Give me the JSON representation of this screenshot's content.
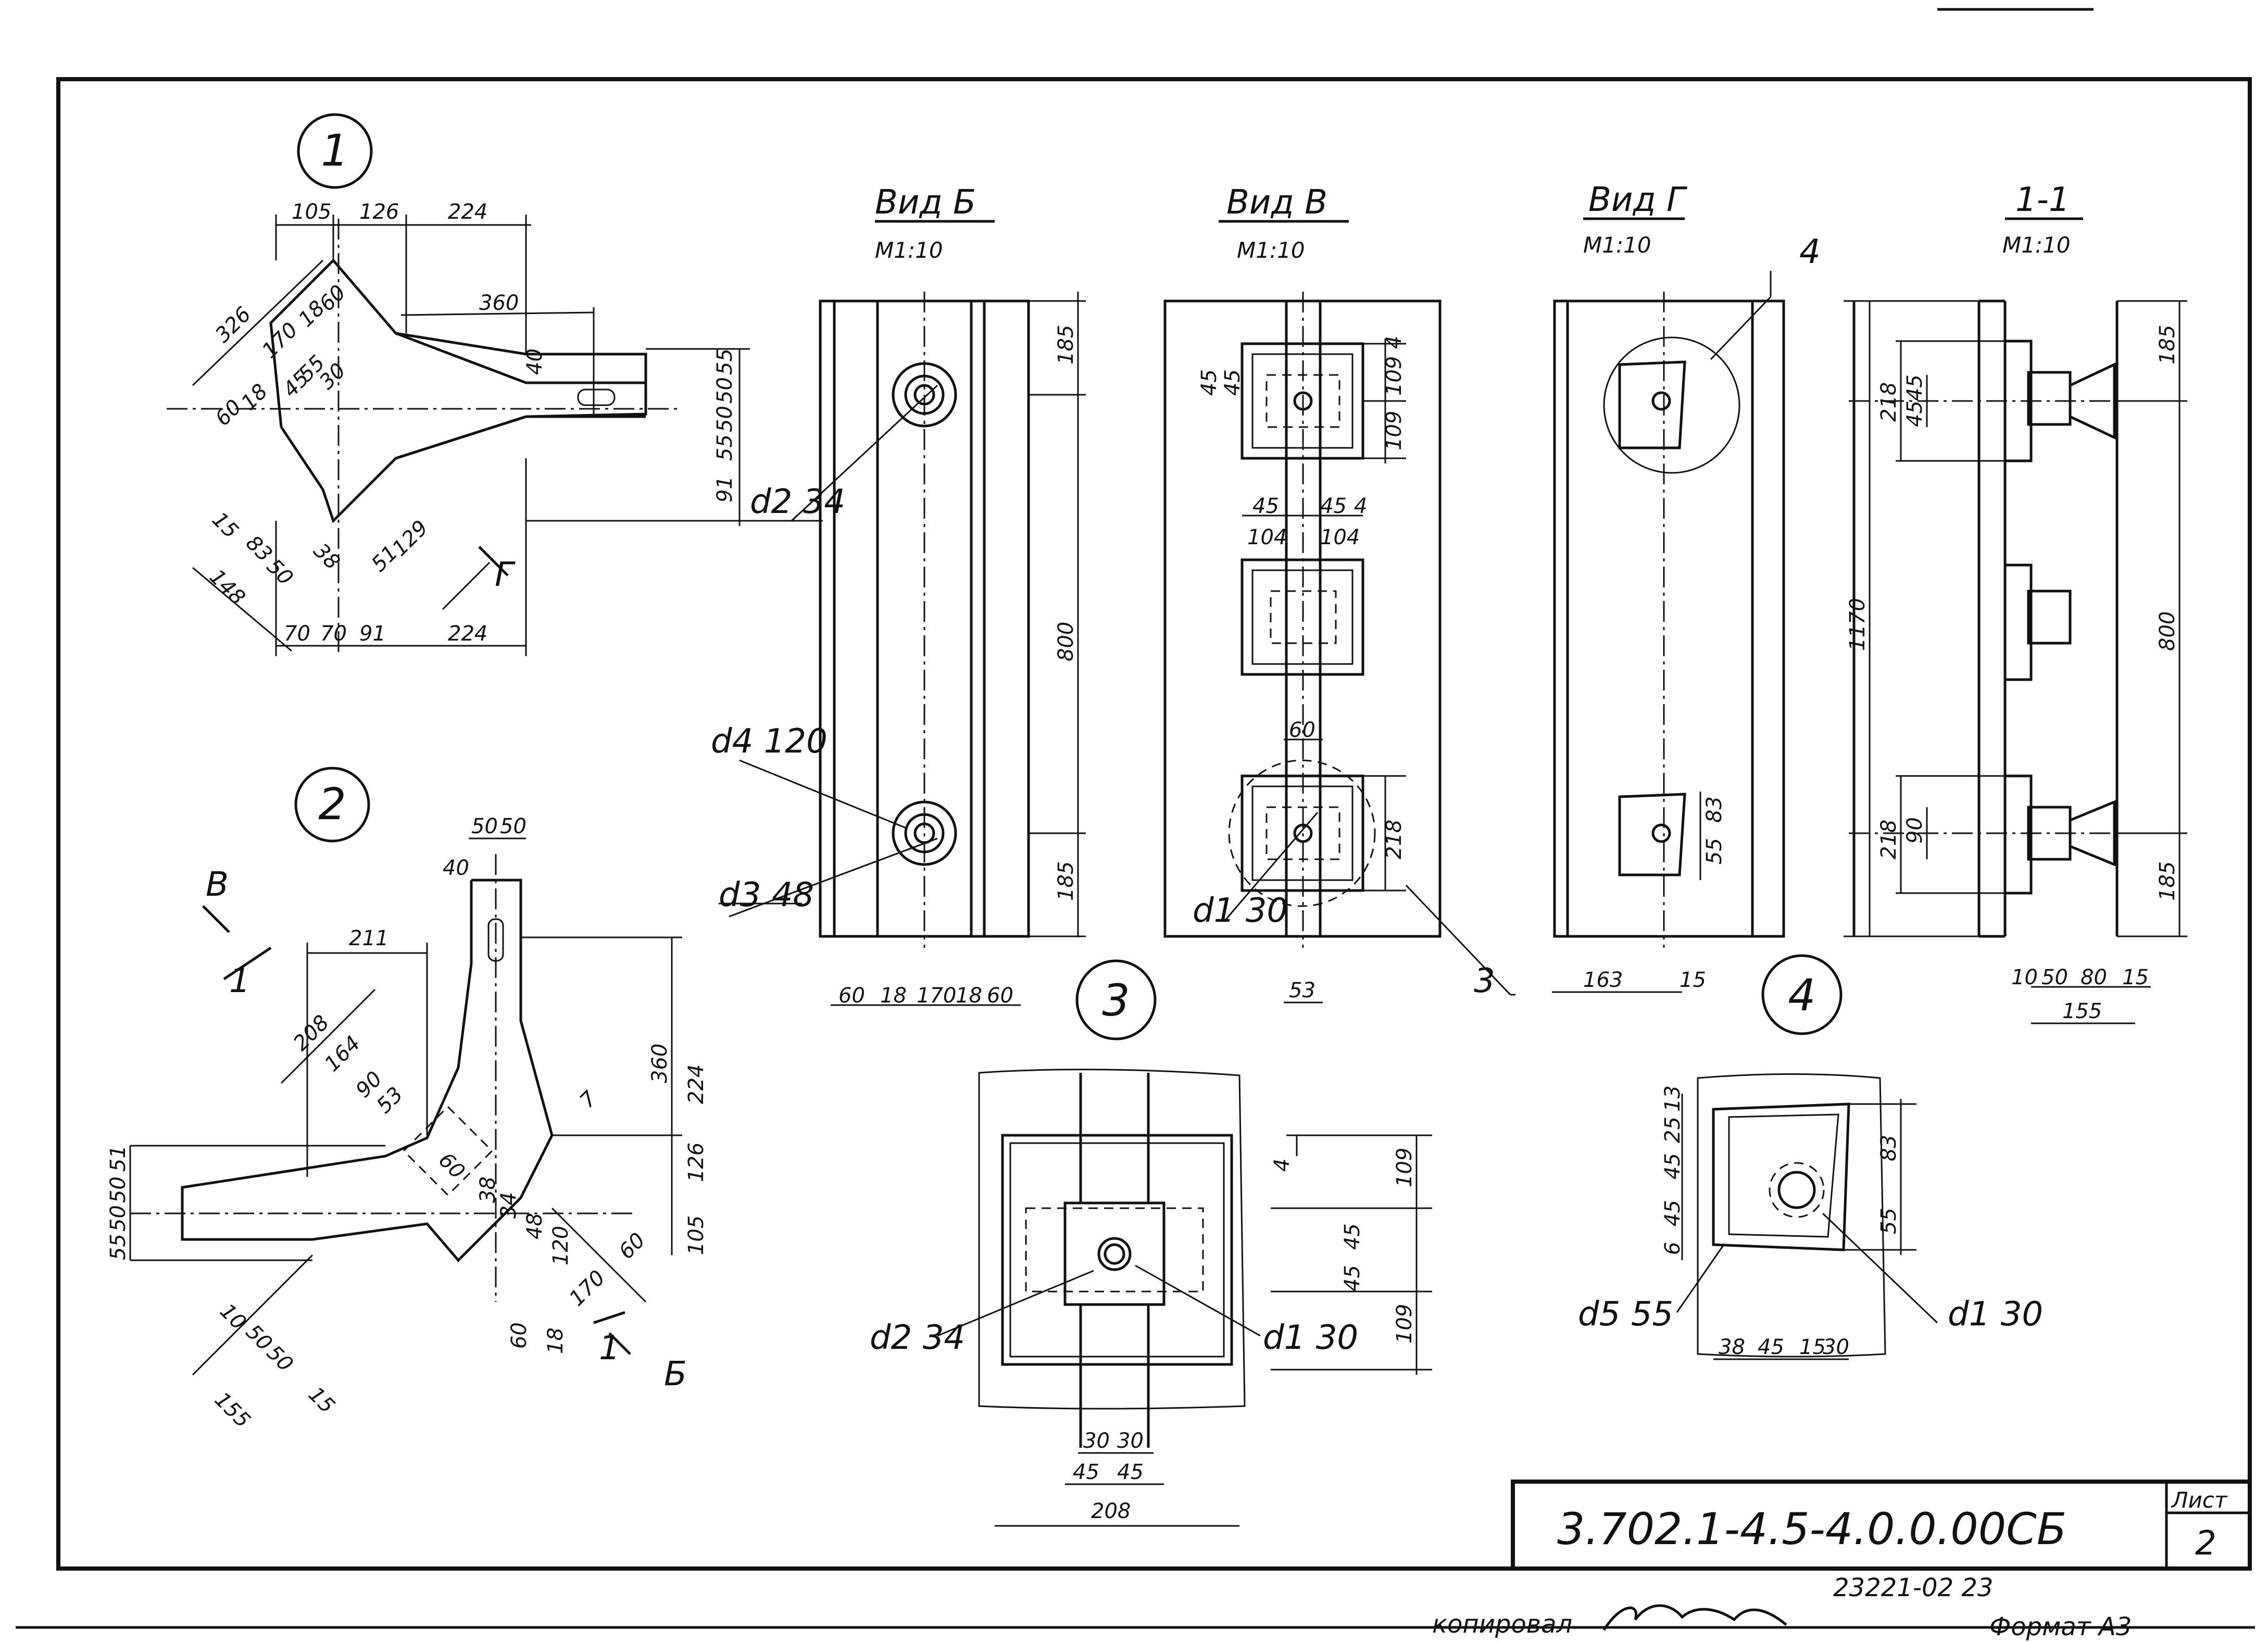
{
  "sheet": {
    "format_label": "Формат А3",
    "copied_label": "копировал",
    "sheet_label": "Лист",
    "sheet_number": "2",
    "doc_code": "3.702.1-4.5-4.0.0.00СБ",
    "archive_number": "23221-02  23"
  },
  "callouts": [
    "1",
    "2",
    "3",
    "4"
  ],
  "views": {
    "b": {
      "title": "Вид Б",
      "scale": "М1:10"
    },
    "v": {
      "title": "Вид В",
      "scale": "М1:10"
    },
    "g": {
      "title": "Вид Г",
      "scale": "М1:10"
    },
    "s11": {
      "title": "1-1",
      "scale": "М1:10"
    }
  },
  "labels": {
    "d2_34": "d2 34",
    "d4_120": "d4 120",
    "d3_48": "d3 48",
    "d1_30": "d1 30",
    "d5_55": "d5 55",
    "arrow_g": "Г",
    "arrow_v": "В",
    "arrow_b": "Б",
    "sec_1a": "1",
    "sec_1b": "1",
    "leader_3": "3",
    "leader_4": "4"
  },
  "detail1": {
    "top": [
      "105",
      "126",
      "224"
    ],
    "diag": [
      "326",
      "170",
      "18",
      "60",
      "55",
      "45",
      "30",
      "60",
      "18"
    ],
    "len360": "360",
    "d40": "40",
    "right": [
      "55",
      "50",
      "50",
      "55",
      "91"
    ],
    "lower": [
      "15",
      "83",
      "148",
      "50",
      "38",
      "51",
      "129"
    ],
    "bottom": [
      "70",
      "70",
      "91",
      "224"
    ]
  },
  "detail2": {
    "top": [
      "50",
      "50",
      "40"
    ],
    "d211": "211",
    "diag": [
      "208",
      "164",
      "90",
      "53",
      "60",
      "7"
    ],
    "right": [
      "360",
      "224",
      "126",
      "105"
    ],
    "left": [
      "51",
      "50",
      "55",
      "50"
    ],
    "lower": [
      "60",
      "10",
      "50",
      "50",
      "15",
      "155",
      "38",
      "34",
      "48",
      "120",
      "170",
      "60",
      "18"
    ]
  },
  "vid_b": {
    "dims": [
      "185",
      "800",
      "185",
      "60",
      "18",
      "170",
      "18",
      "60"
    ]
  },
  "vid_v": {
    "dims": [
      "4",
      "45",
      "45",
      "109",
      "109",
      "45",
      "45",
      "4",
      "104",
      "104",
      "60",
      "218",
      "53"
    ]
  },
  "vid_g": {
    "dims": [
      "83",
      "55",
      "163",
      "15"
    ]
  },
  "s11": {
    "dims": [
      "218",
      "45",
      "45",
      "185",
      "1170",
      "800",
      "218",
      "90",
      "185",
      "10",
      "50",
      "80",
      "15",
      "155"
    ]
  },
  "node3": {
    "dims": [
      "4",
      "109",
      "45",
      "45",
      "109",
      "30",
      "30",
      "45",
      "45",
      "208"
    ]
  },
  "node4": {
    "dims": [
      "13",
      "25",
      "45",
      "45",
      "6",
      "83",
      "55",
      "38",
      "45",
      "15",
      "30"
    ]
  }
}
